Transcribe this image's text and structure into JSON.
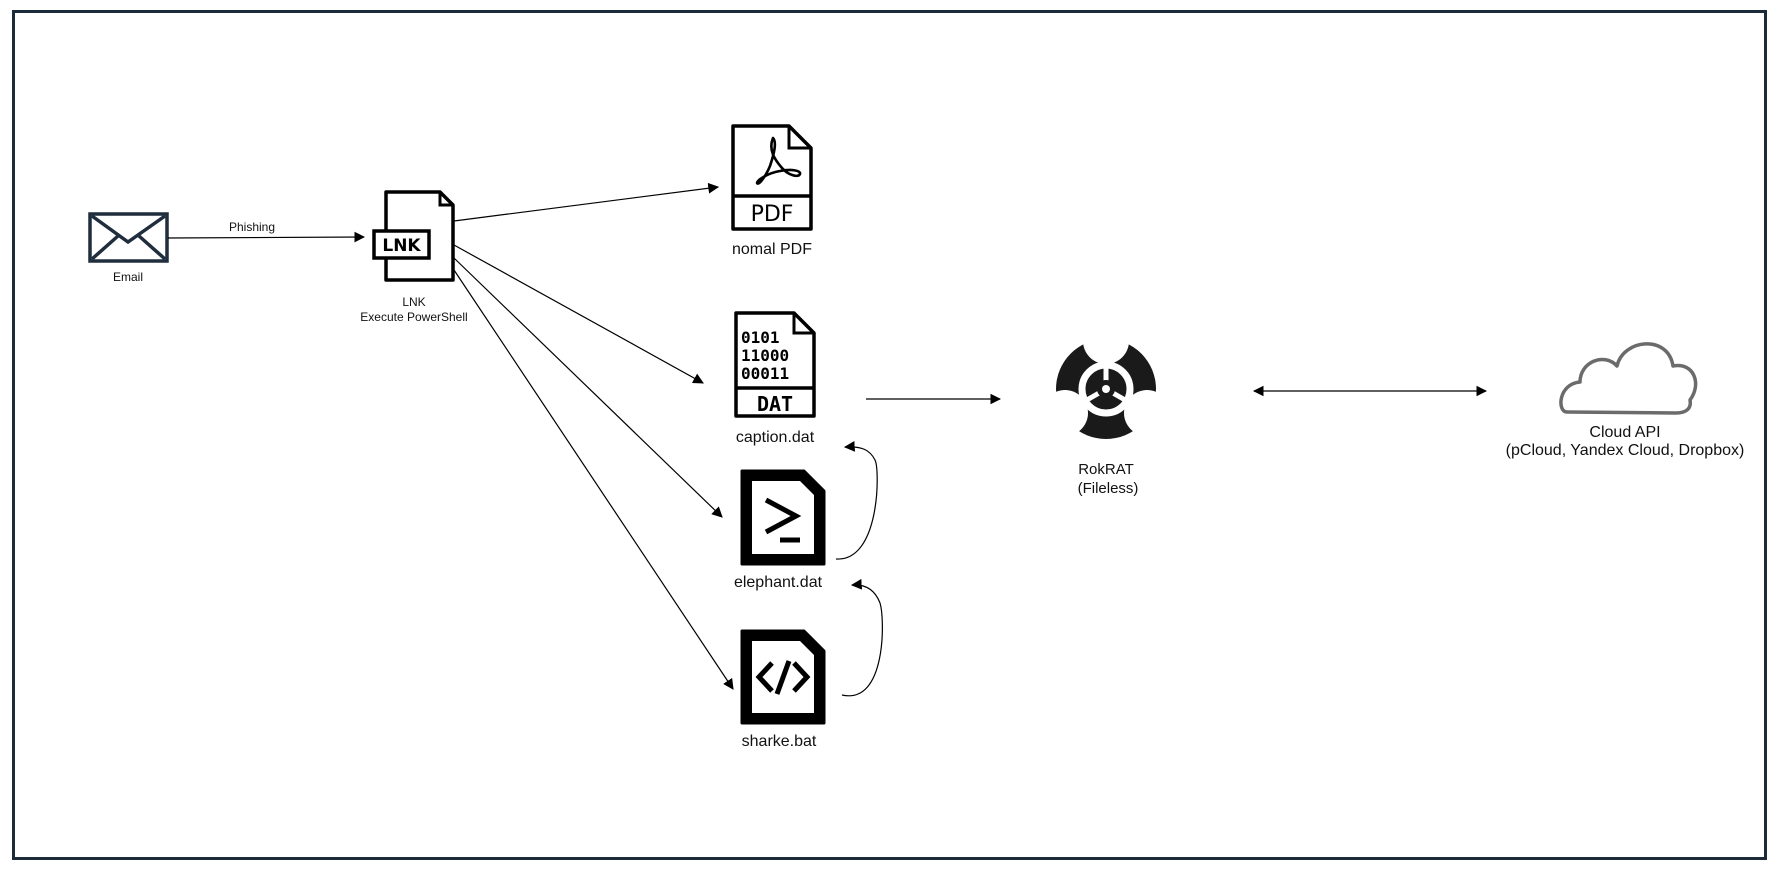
{
  "nodes": {
    "email": {
      "label": "Email",
      "icon": "envelope-icon"
    },
    "lnk": {
      "line1": "LNK",
      "line2": "Execute PowerShell",
      "icon_text": "LNK",
      "icon": "lnk-file-icon"
    },
    "pdf": {
      "label": "nomal PDF",
      "icon_text": "PDF",
      "icon": "pdf-file-icon"
    },
    "caption": {
      "label": "caption.dat",
      "icon_bits": [
        "0101",
        "11000",
        "00011"
      ],
      "icon_text": "DAT",
      "icon": "dat-file-icon"
    },
    "elephant": {
      "label": "elephant.dat",
      "icon": "powershell-file-icon"
    },
    "sharke": {
      "label": "sharke.bat",
      "icon": "code-file-icon"
    },
    "rokrat": {
      "line1": "RokRAT",
      "line2": "(Fileless)",
      "icon": "biohazard-icon"
    },
    "cloud": {
      "line1": "Cloud API",
      "line2": "(pCloud, Yandex Cloud, Dropbox)",
      "icon": "cloud-icon"
    }
  },
  "edges": {
    "phishing_label": "Phishing"
  },
  "colors": {
    "frame": "#1c2b3a",
    "email_icon": "#1f2d3d",
    "stroke": "#000000"
  }
}
